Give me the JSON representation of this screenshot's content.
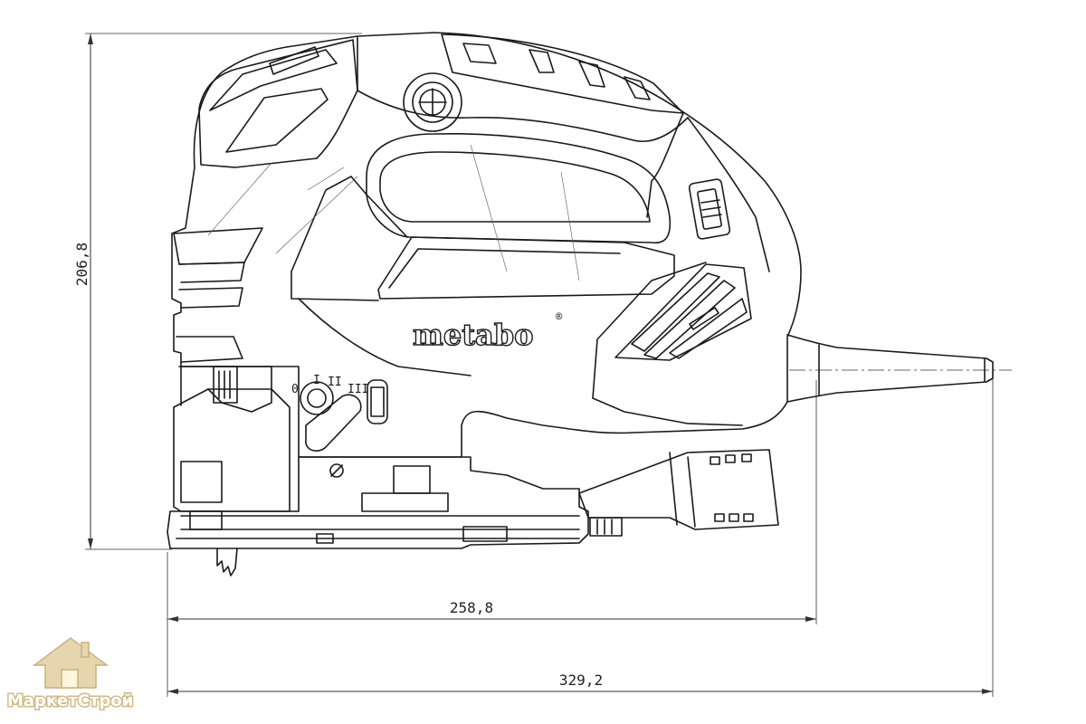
{
  "drawing": {
    "brand_logo": "metabo",
    "registered_mark": "®",
    "mode_labels": [
      "0",
      "I",
      "II",
      "III"
    ],
    "line_color": "#1a1a1a",
    "dimension_color": "#333333"
  },
  "dimensions": {
    "height": "206,8",
    "length_tool": "258,8",
    "length_total": "329,2"
  },
  "watermark": {
    "text": "МаркетСтрой",
    "icon": "house-icon",
    "color": "#d8c497"
  }
}
